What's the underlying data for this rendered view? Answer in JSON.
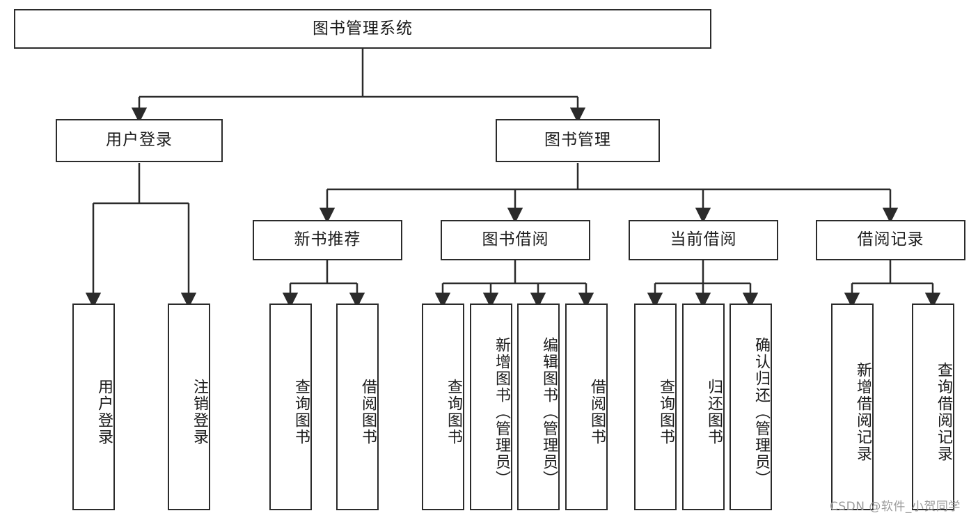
{
  "diagram": {
    "title": "图书管理系统",
    "type": "tree-hierarchy-diagram",
    "line_color": "#2b2b2b",
    "box_fill": "#ffffff",
    "text_color": "#1a1a1a",
    "nodes": {
      "root": {
        "label": "图书管理系统"
      },
      "level2": [
        {
          "label": "用户登录"
        },
        {
          "label": "图书管理"
        }
      ],
      "level3": [
        {
          "label": "新书推荐"
        },
        {
          "label": "图书借阅"
        },
        {
          "label": "当前借阅"
        },
        {
          "label": "借阅记录"
        }
      ],
      "leaves_user_login": [
        {
          "label": "用户登录"
        },
        {
          "label": "注销登录"
        }
      ],
      "leaves_new_book": [
        {
          "label": "查询图书"
        },
        {
          "label": "借阅图书"
        }
      ],
      "leaves_borrow": [
        {
          "label": "查询图书"
        },
        {
          "label": "新增图书（管理员）"
        },
        {
          "label": "编辑图书（管理员）"
        },
        {
          "label": "借阅图书"
        }
      ],
      "leaves_current": [
        {
          "label": "查询图书"
        },
        {
          "label": "归还图书"
        },
        {
          "label": "确认归还（管理员）"
        }
      ],
      "leaves_records": [
        {
          "label": "新增借阅记录"
        },
        {
          "label": "查询借阅记录"
        }
      ]
    }
  },
  "watermark": {
    "text": "CSDN @软件_小贺同学",
    "color": "#9b9b9b"
  }
}
